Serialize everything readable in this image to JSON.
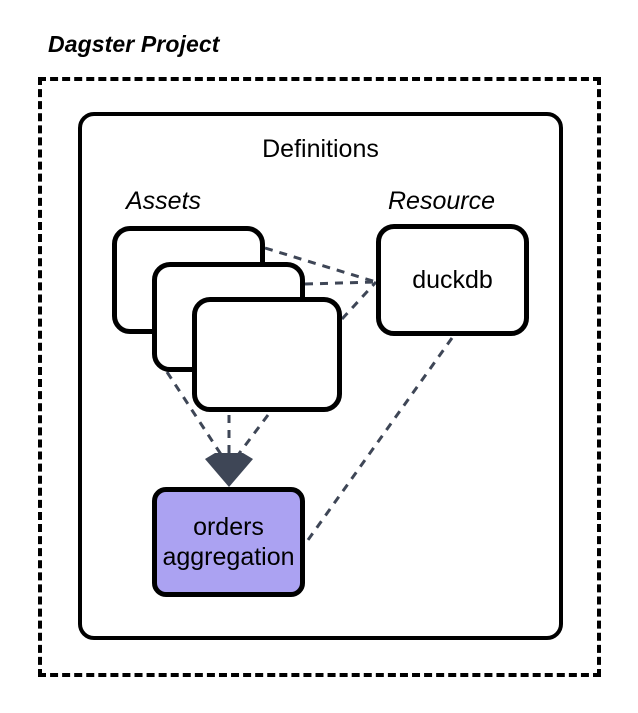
{
  "diagram": {
    "title": "Dagster Project",
    "container_label": "Definitions",
    "groups": {
      "assets_label": "Assets",
      "resource_label": "Resource"
    },
    "nodes": {
      "asset_cards": [
        {
          "id": "asset-card-1",
          "label": ""
        },
        {
          "id": "asset-card-2",
          "label": ""
        },
        {
          "id": "asset-card-3",
          "label": ""
        }
      ],
      "resource": {
        "id": "duckdb-node",
        "label": "duckdb"
      },
      "orders": {
        "id": "orders-aggregation-node",
        "line1": "orders",
        "line2": "aggregation"
      }
    },
    "colors": {
      "stroke": "#000000",
      "edge": "#3E4656",
      "orders_fill": "#ABA2F2",
      "arrowhead": "#3E4656",
      "background": "#FFFFFF"
    },
    "edges": [
      {
        "from": "asset-card-1",
        "to": "duckdb-node",
        "style": "dashed"
      },
      {
        "from": "asset-card-2",
        "to": "duckdb-node",
        "style": "dashed"
      },
      {
        "from": "asset-card-3",
        "to": "duckdb-node",
        "style": "dashed"
      },
      {
        "from": "asset-card-1",
        "to": "orders-aggregation-node",
        "style": "dashed",
        "arrow": true
      },
      {
        "from": "asset-card-2",
        "to": "orders-aggregation-node",
        "style": "dashed",
        "arrow": true
      },
      {
        "from": "asset-card-3",
        "to": "orders-aggregation-node",
        "style": "dashed",
        "arrow": true
      },
      {
        "from": "duckdb-node",
        "to": "orders-aggregation-node",
        "style": "dashed"
      }
    ]
  }
}
